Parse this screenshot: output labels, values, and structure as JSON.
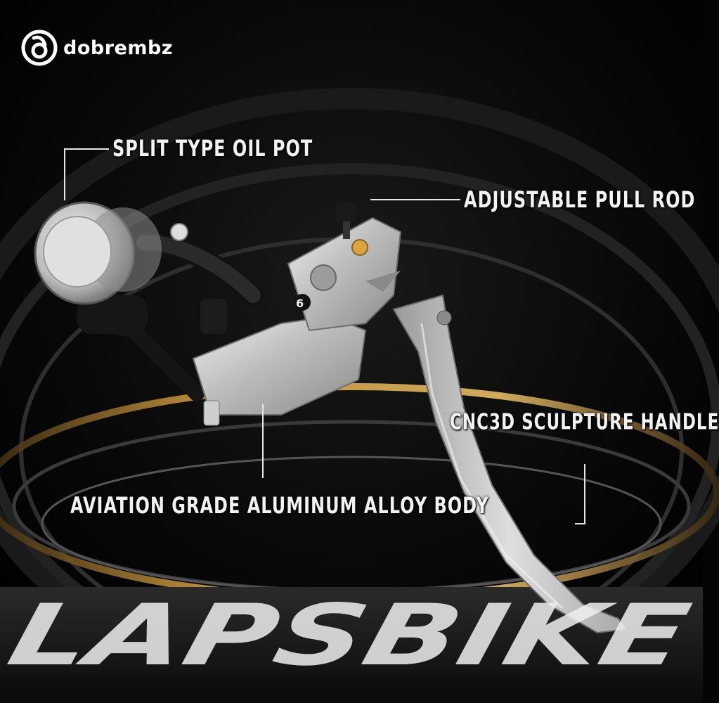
{
  "brand": {
    "name": "dobrembz",
    "logo_icon": "dobrembz-logo-icon"
  },
  "callouts": {
    "oil_pot": "SPLIT TYPE OIL POT",
    "pull_rod": "ADJUSTABLE PULL ROD",
    "handle": "CNC3D SCULPTURE HANDLE",
    "body": "AVIATION GRADE ALUMINUM ALLOY BODY"
  },
  "watermark": {
    "text": "LAPSBIKE"
  },
  "colors": {
    "background": "#050505",
    "accent_gold": "#d9a441",
    "metal_silver": "#c9c9c9",
    "text": "#f2f2f2"
  }
}
